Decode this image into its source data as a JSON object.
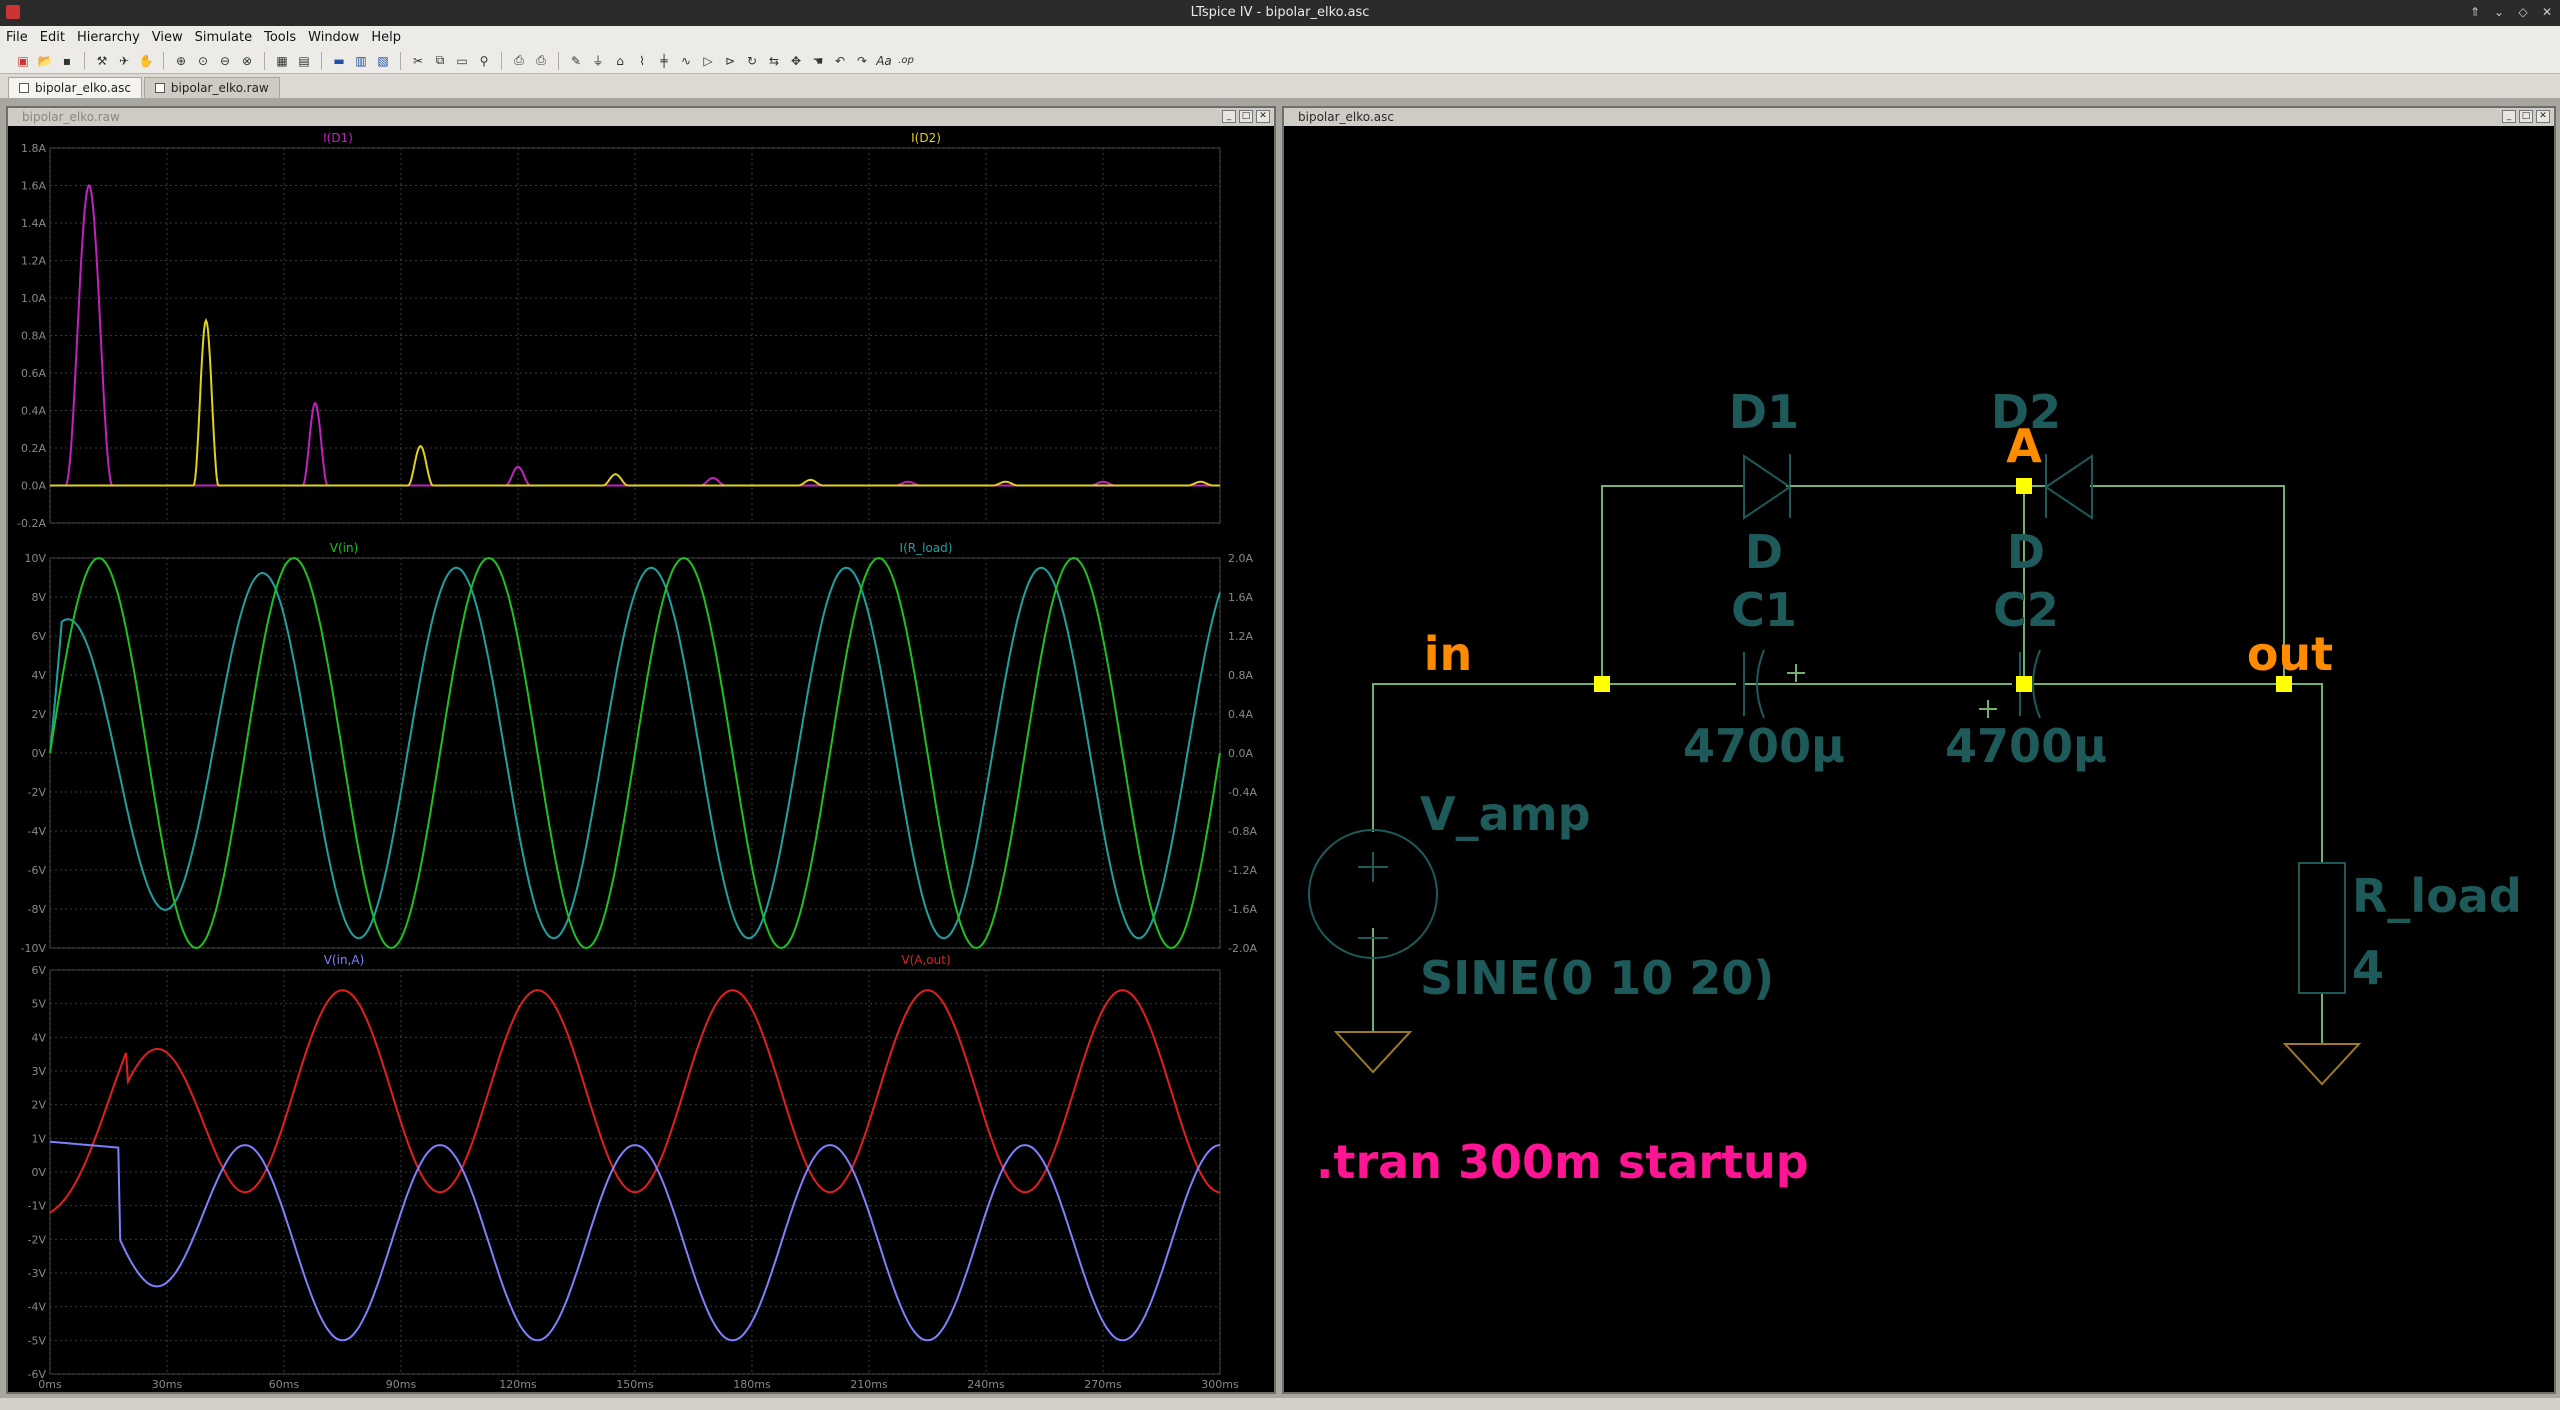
{
  "window": {
    "title": "LTspice IV - bipolar_elko.asc"
  },
  "menu": [
    "File",
    "Edit",
    "Hierarchy",
    "View",
    "Simulate",
    "Tools",
    "Window",
    "Help"
  ],
  "tabs": [
    {
      "label": "bipolar_elko.asc",
      "active": true
    },
    {
      "label": "bipolar_elko.raw",
      "active": false
    }
  ],
  "waveform_pane": {
    "title": "bipolar_elko.raw"
  },
  "schematic_pane": {
    "title": "bipolar_elko.asc"
  },
  "colors": {
    "ID1": "#c022c0",
    "ID2": "#e0d020",
    "Vin": "#20c020",
    "IRload": "#20a0a0",
    "VinA": "#8080ff",
    "VAout": "#e02020",
    "wire": "#70b070",
    "component": "#1f5a5a",
    "label": "#ff8c00",
    "directive": "#ff1493",
    "node": "#ffff00"
  },
  "chart_data": [
    {
      "type": "line",
      "title": "",
      "series": [
        {
          "name": "I(D1)",
          "color": "#c022c0"
        },
        {
          "name": "I(D2)",
          "color": "#e0d020"
        }
      ],
      "ylim": [
        -0.2,
        1.8
      ],
      "ytick_labels": [
        "1.8A",
        "1.6A",
        "1.4A",
        "1.2A",
        "1.0A",
        "0.8A",
        "0.6A",
        "0.4A",
        "0.2A",
        "0.0A",
        "-0.2A"
      ],
      "peaks": [
        {
          "series": "I(D1)",
          "t_ms": 10,
          "value": 1.6
        },
        {
          "series": "I(D2)",
          "t_ms": 40,
          "value": 0.88
        },
        {
          "series": "I(D1)",
          "t_ms": 68,
          "value": 0.44
        },
        {
          "series": "I(D2)",
          "t_ms": 95,
          "value": 0.21
        },
        {
          "series": "I(D1)",
          "t_ms": 120,
          "value": 0.1
        },
        {
          "series": "I(D2)",
          "t_ms": 145,
          "value": 0.06
        },
        {
          "series": "I(D1)",
          "t_ms": 170,
          "value": 0.04
        },
        {
          "series": "I(D2)",
          "t_ms": 195,
          "value": 0.03
        },
        {
          "series": "I(D1)",
          "t_ms": 220,
          "value": 0.02
        },
        {
          "series": "I(D2)",
          "t_ms": 245,
          "value": 0.02
        },
        {
          "series": "I(D1)",
          "t_ms": 270,
          "value": 0.02
        },
        {
          "series": "I(D2)",
          "t_ms": 295,
          "value": 0.02
        }
      ]
    },
    {
      "type": "line",
      "series": [
        {
          "name": "V(in)",
          "color": "#20c020",
          "amplitude": 10,
          "freq_hz": 20,
          "axis": "left"
        },
        {
          "name": "I(R_load)",
          "color": "#20a0a0",
          "amplitude": 1.9,
          "freq_hz": 20,
          "phase_deg": 60,
          "axis": "right"
        }
      ],
      "ylim_left": [
        -10,
        10
      ],
      "ylim_right": [
        -2.0,
        2.0
      ],
      "ytick_labels_left": [
        "10V",
        "8V",
        "6V",
        "4V",
        "2V",
        "0V",
        "-2V",
        "-4V",
        "-6V",
        "-8V",
        "-10V"
      ],
      "ytick_labels_right": [
        "2.0A",
        "1.6A",
        "1.2A",
        "0.8A",
        "0.4A",
        "0.0A",
        "-0.4A",
        "-0.8A",
        "-1.2A",
        "-1.6A",
        "-2.0A"
      ]
    },
    {
      "type": "line",
      "series": [
        {
          "name": "V(in,A)",
          "color": "#8080ff",
          "offset": -2.1,
          "amplitude": 2.9
        },
        {
          "name": "V(A,out)",
          "color": "#e02020",
          "offset": 2.4,
          "amplitude": 3.0
        }
      ],
      "ylim": [
        -6,
        6
      ],
      "ytick_labels": [
        "6V",
        "5V",
        "4V",
        "3V",
        "2V",
        "1V",
        "0V",
        "-1V",
        "-2V",
        "-3V",
        "-4V",
        "-5V",
        "-6V"
      ],
      "xlim_ms": [
        0,
        300
      ],
      "xtick_labels": [
        "0ms",
        "30ms",
        "60ms",
        "90ms",
        "120ms",
        "150ms",
        "180ms",
        "210ms",
        "240ms",
        "270ms",
        "300ms"
      ]
    }
  ],
  "schematic": {
    "node_in": "in",
    "node_A": "A",
    "node_out": "out",
    "d1_name": "D1",
    "d1_value": "D",
    "d2_name": "D2",
    "d2_value": "D",
    "c1_name": "C1",
    "c1_value": "4700µ",
    "c2_name": "C2",
    "c2_value": "4700µ",
    "v_name": "V_amp",
    "v_value": "SINE(0 10 20)",
    "r_name": "R_load",
    "r_value": "4",
    "directive": ".tran 300m startup"
  }
}
